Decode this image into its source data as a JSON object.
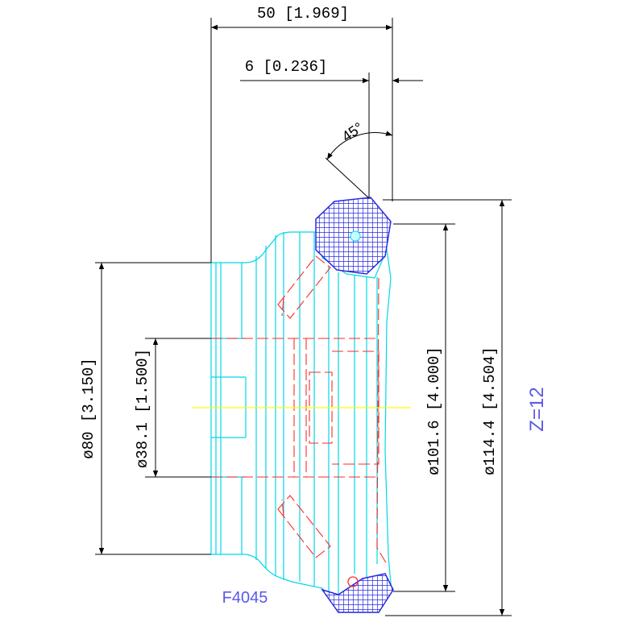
{
  "dimensions": {
    "overall_length": "50 [1.969]",
    "flat_width": "6 [0.236]",
    "chamfer_angle": "45°",
    "body_diameter": "ø80 [3.150]",
    "bore_diameter": "ø38.1 [1.500]",
    "cut_diameter": "ø101.6 [4.000]",
    "max_diameter": "ø114.4 [4.504]"
  },
  "tool_code": "F4045",
  "teeth_count": "Z=12",
  "colors": {
    "dimension": "#000000",
    "body_outline": "#00d8e8",
    "hidden_lines": "#ff2a2a",
    "centerline": "#ffff00",
    "insert_fill": "#2a2ae0",
    "label": "#5a5ae6"
  }
}
